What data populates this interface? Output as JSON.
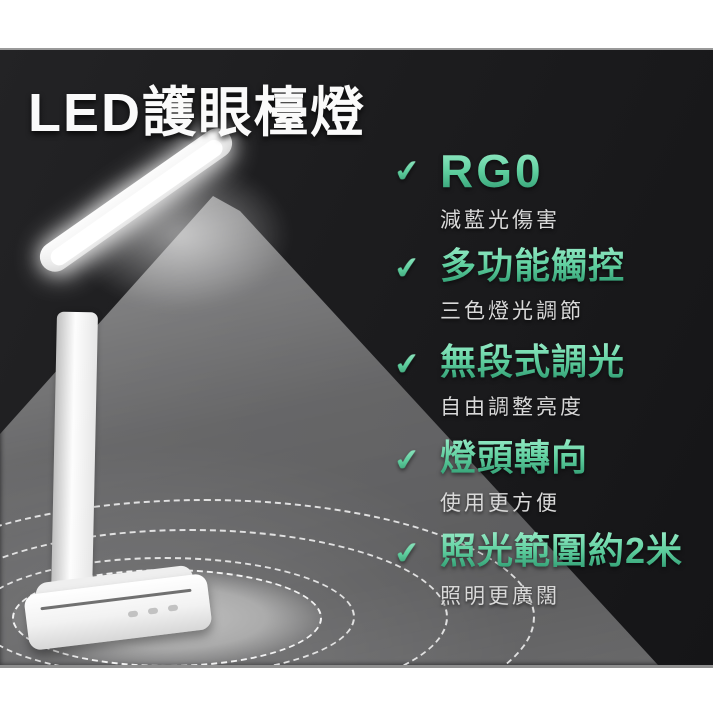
{
  "ad": {
    "title": "LED護眼檯燈",
    "features": [
      {
        "title": "RG0",
        "subtitle": "減藍光傷害"
      },
      {
        "title": "多功能觸控",
        "subtitle": "三色燈光調節"
      },
      {
        "title": "無段式調光",
        "subtitle": "自由調整亮度"
      },
      {
        "title": "燈頭轉向",
        "subtitle": "使用更方便"
      },
      {
        "title": "照光範圍約2米",
        "subtitle": "照明更廣闊"
      }
    ]
  },
  "icons": {
    "check": "✔"
  },
  "colors": {
    "accent_green_light": "#93e9c4",
    "accent_green_dark": "#2f9b71",
    "background_dark": "#1c1c1e",
    "text_white": "#fafafa",
    "subtitle_gray": "#d9d9d9",
    "margin_white": "#ffffff"
  }
}
